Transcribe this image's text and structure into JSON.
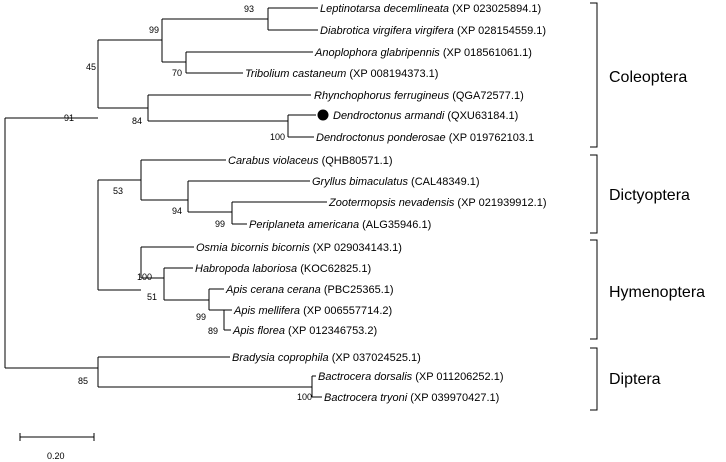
{
  "taxa": [
    {
      "species": "Leptinotarsa decemlineata",
      "accession": "(XP 023025894.1)",
      "marked": false
    },
    {
      "species": "Diabrotica virgifera virgifera",
      "accession": "(XP 028154559.1)",
      "marked": false
    },
    {
      "species": "Anoplophora glabripennis",
      "accession": "(XP 018561061.1)",
      "marked": false
    },
    {
      "species": "Tribolium castaneum",
      "accession": "(XP 008194373.1)",
      "marked": false
    },
    {
      "species": "Rhynchophorus ferrugineus",
      "accession": "(QGA72577.1)",
      "marked": false
    },
    {
      "species": "Dendroctonus armandi",
      "accession": "(QXU63184.1)",
      "marked": true
    },
    {
      "species": "Dendroctonus ponderosae",
      "accession": "(XP 019762103.1",
      "marked": false
    },
    {
      "species": "Carabus violaceus",
      "accession": "(QHB80571.1)",
      "marked": false
    },
    {
      "species": "Gryllus bimaculatus",
      "accession": "(CAL48349.1)",
      "marked": false
    },
    {
      "species": "Zootermopsis nevadensis",
      "accession": "(XP 021939912.1)",
      "marked": false
    },
    {
      "species": "Periplaneta americana",
      "accession": "(ALG35946.1)",
      "marked": false
    },
    {
      "species": "Osmia bicornis bicornis",
      "accession": "(XP 029034143.1)",
      "marked": false
    },
    {
      "species": "Habropoda laboriosa",
      "accession": "(KOC62825.1)",
      "marked": false
    },
    {
      "species": "Apis cerana cerana",
      "accession": "(PBC25365.1)",
      "marked": false
    },
    {
      "species": "Apis mellifera",
      "accession": "(XP 006557714.2)",
      "marked": false
    },
    {
      "species": "Apis florea",
      "accession": "(XP 012346753.2)",
      "marked": false
    },
    {
      "species": "Bradysia coprophila",
      "accession": "(XP 037024525.1)",
      "marked": false
    },
    {
      "species": "Bactrocera dorsalis",
      "accession": "(XP 011206252.1)",
      "marked": false
    },
    {
      "species": "Bactrocera tryoni",
      "accession": "(XP 039970427.1)",
      "marked": false
    }
  ],
  "support_values": [
    "93",
    "99",
    "70",
    "45",
    "84",
    "100",
    "91",
    "53",
    "94",
    "99",
    "100",
    "51",
    "99",
    "89",
    "85",
    "100"
  ],
  "orders": [
    "Coleoptera",
    "Dictyoptera",
    "Hymenoptera",
    "Diptera"
  ],
  "scale_bar": {
    "label": "0.20"
  },
  "colors": {
    "line": "#000000",
    "background": "#ffffff"
  }
}
